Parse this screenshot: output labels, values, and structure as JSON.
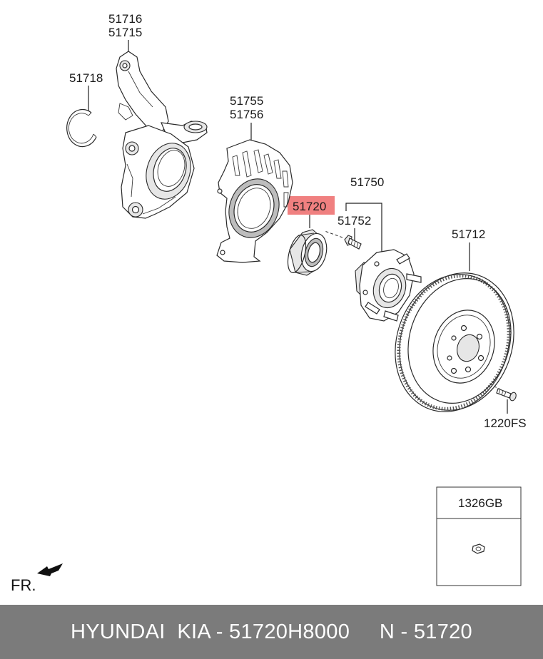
{
  "parts": {
    "knuckle_rh": "51716",
    "knuckle_lh": "51715",
    "snap_ring": "51718",
    "dust_cover_lh": "51755",
    "dust_cover_rh": "51756",
    "bearing": "51720",
    "hub_assy": "51750",
    "hub_bolt": "51752",
    "disc": "51712",
    "disc_screw": "1220FS",
    "nut_box": "1326GB"
  },
  "highlight_color": "#f08080",
  "direction_label": "FR.",
  "footer": {
    "text": "HYUNDAI  KIA - 51720H8000     N - 51720"
  }
}
